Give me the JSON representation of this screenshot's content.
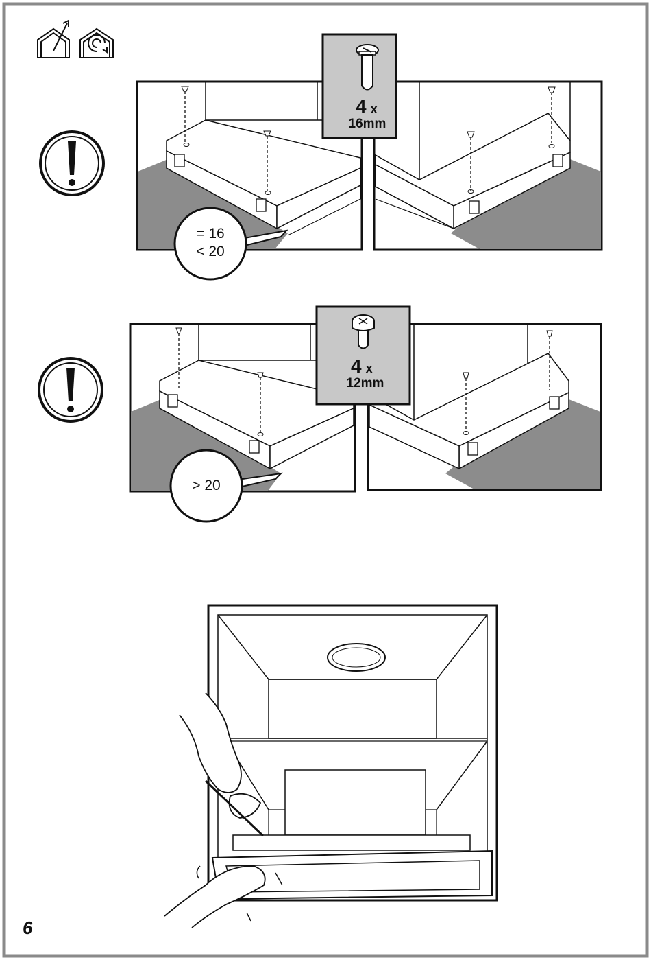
{
  "page": {
    "number": "6"
  },
  "icons": {
    "top_left": [
      "house-ducted-icon",
      "house-recirculation-icon"
    ],
    "warning": "exclamation-warning-icon"
  },
  "step1": {
    "screw_count": "4",
    "screw_multiplier": "x",
    "screw_length": "16mm",
    "callout_line1": "= 16",
    "callout_line2": "< 20"
  },
  "step2": {
    "screw_count": "4",
    "screw_multiplier": "x",
    "screw_length": "12mm",
    "callout_line1": "> 20"
  },
  "colors": {
    "frame": "#8a8a8a",
    "screw_box": "#c8c8c8",
    "cabinet_floor": "#8c8c8c",
    "line": "#111111"
  }
}
